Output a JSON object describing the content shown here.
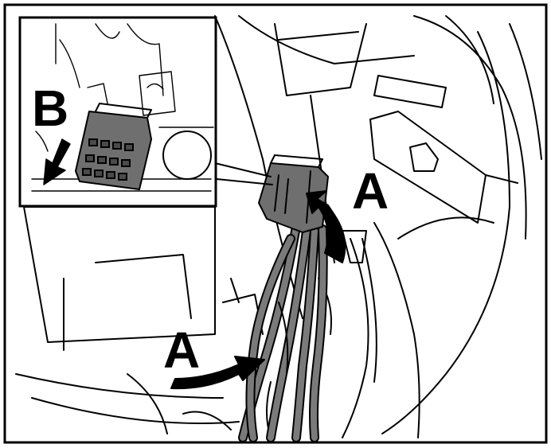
{
  "labels": {
    "a_upper": "A",
    "a_lower": "A",
    "b_inset": "B"
  },
  "colors": {
    "connector_gray": "#6f6f6f",
    "ink": "#000000",
    "background": "#ffffff"
  }
}
